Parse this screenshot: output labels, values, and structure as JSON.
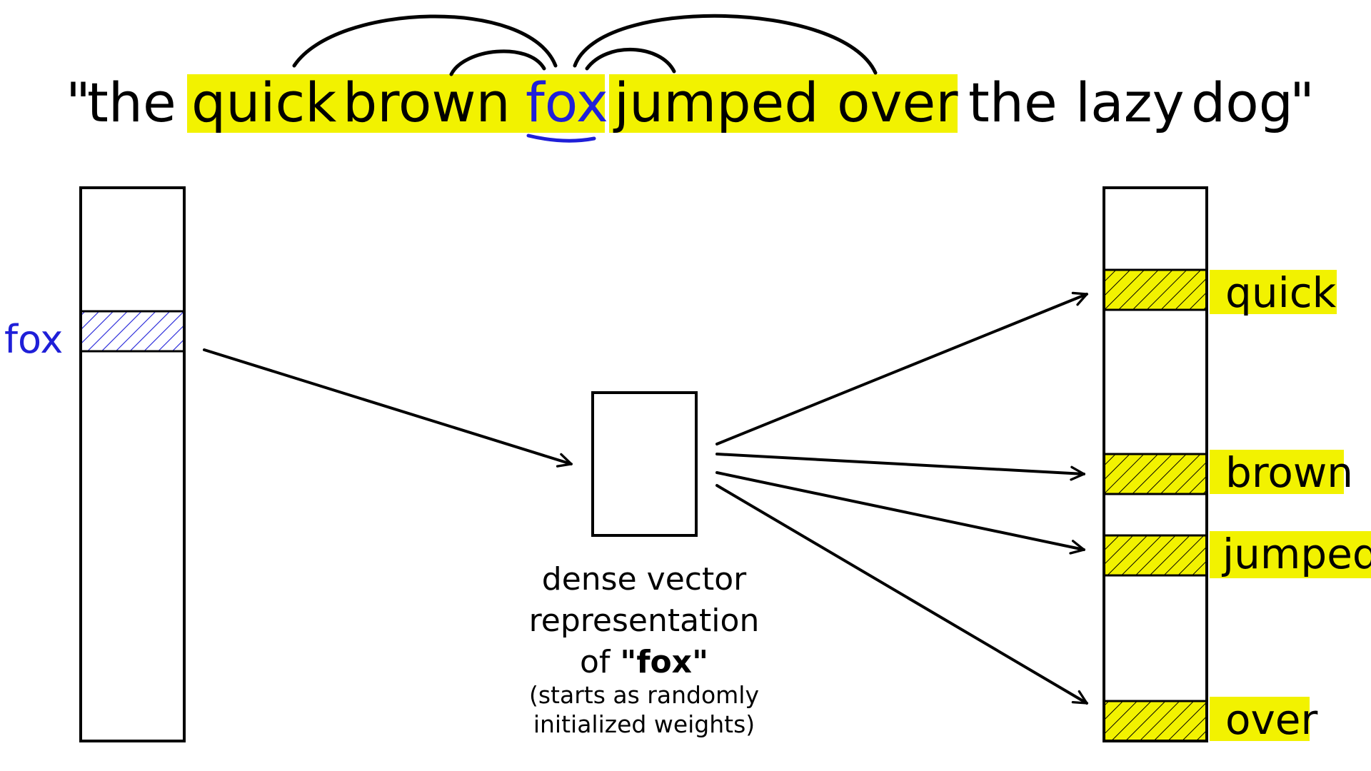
{
  "sentence": {
    "open_quote": "\"",
    "close_quote": "\"",
    "words": [
      "the",
      "quick",
      "brown",
      "fox",
      "jumped",
      "over",
      "the",
      "lazy",
      "dog"
    ],
    "target_word": "fox",
    "context_words": [
      "quick",
      "brown",
      "jumped",
      "over"
    ]
  },
  "input_vector": {
    "label": "fox"
  },
  "hidden_layer": {
    "caption_line1": "dense vector",
    "caption_line2": "representation",
    "caption_line3_prefix": "of ",
    "caption_line3_quoted": "\"fox\"",
    "note_line1": "(starts as randomly",
    "note_line2": "initialized weights)"
  },
  "output_vector": {
    "labels": [
      "quick",
      "brown",
      "jumped",
      "over"
    ]
  },
  "colors": {
    "highlight": "#f2f200",
    "target": "#1f1fd8",
    "ink": "#000000"
  }
}
